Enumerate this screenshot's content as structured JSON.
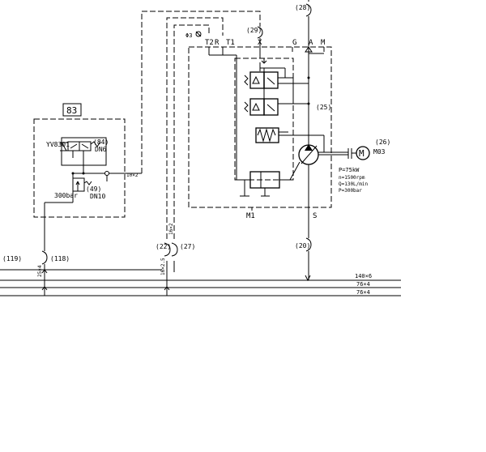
{
  "labels": {
    "ref_119": "(119)",
    "ref_118": "(118)",
    "ref_83": "83",
    "yv8301": "YV8301",
    "ref_84": "(84)",
    "dn6": "DN6",
    "ref_49": "(49)",
    "dn10": "DN10",
    "relief_setting": "300bar",
    "pipe_10x2_a": "10×2",
    "pipe_16x2": "16×2",
    "ref_22": "(22)",
    "ref_27": "(27)",
    "pipe_25x4": "25×4",
    "pipe_16x2_5": "16×2.5",
    "ref_29": "(29)",
    "ref_28": "(28)",
    "phi3": "Φ3",
    "port_t2": "T2",
    "port_r": "R",
    "port_t1": "T1",
    "port_x": "X",
    "port_g": "G",
    "port_a": "A",
    "port_m": "M",
    "ref_25": "(25)",
    "ref_26": "(26)",
    "motor_symbol": "M",
    "motor_id": "M03",
    "spec_power": "P=75kW",
    "spec_speed": "n=1500rpm",
    "spec_flow": "Q=130L/min",
    "spec_pressure": "P=300bar",
    "port_m1": "M1",
    "port_s": "S",
    "ref_20": "(20)",
    "pipe_140x6": "140×6",
    "pipe_76x4_a": "76×4",
    "pipe_76x4_b": "76×4"
  }
}
